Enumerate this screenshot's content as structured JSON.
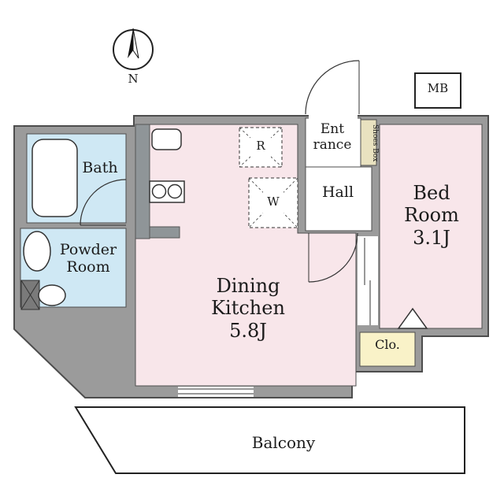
{
  "compass": {
    "label": "N"
  },
  "meter_box": {
    "label": "MB"
  },
  "rooms": {
    "bath": {
      "label": "Bath"
    },
    "powder_room": {
      "label": "Powder Room"
    },
    "dining_kitchen": {
      "label": "Dining Kitchen",
      "size": "5.8J"
    },
    "bed_room": {
      "label": "Bed Room",
      "size": "3.1J"
    },
    "hall": {
      "label": "Hall"
    },
    "entrance": {
      "label": "Entrance",
      "lines": [
        "Ent",
        "rance"
      ]
    },
    "shoes_box": {
      "label": "Shoes Box"
    },
    "closet": {
      "label": "Clo."
    },
    "balcony": {
      "label": "Balcony"
    },
    "refrigerator_space": {
      "label": "R"
    },
    "washer_space": {
      "label": "W"
    }
  },
  "colors": {
    "wall": "#9b9b9b",
    "outline": "#4d4d4d",
    "room_pink": "#f8e6ea",
    "room_blue": "#cfe8f4",
    "closet_yellow": "#f9f2c8",
    "shoes_box_tan": "#e9e2c0"
  }
}
